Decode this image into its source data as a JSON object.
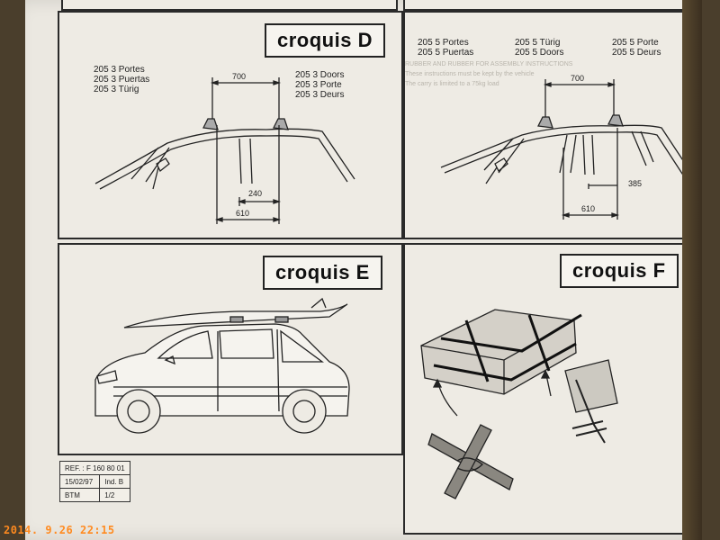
{
  "panels": {
    "d_left": {
      "title": "croquis D",
      "labels_left": [
        "205  3 Portes",
        "205  3 Puertas",
        "205  3 Türig"
      ],
      "labels_right": [
        "205  3 Doors",
        "205  3 Porte",
        "205  3 Deurs"
      ],
      "dims": [
        "700",
        "240",
        "610"
      ]
    },
    "d_right": {
      "labels_col1": [
        "205  5 Portes",
        "205  5 Puertas"
      ],
      "labels_col2": [
        "205  5 Türig",
        "205  5 Doors"
      ],
      "labels_col3": [
        "205  5 Porte",
        "205  5 Deurs"
      ],
      "dims": [
        "700",
        "385",
        "610"
      ]
    },
    "e": {
      "title": "croquis E"
    },
    "f": {
      "title": "croquis F"
    }
  },
  "ref_table": {
    "ref": "REF. : F 160 80 01",
    "date": "15/02/97",
    "ind": "Ind. B",
    "btm": "BTM",
    "page": "1/2"
  },
  "timestamp": "2014.  9.26  22:15"
}
